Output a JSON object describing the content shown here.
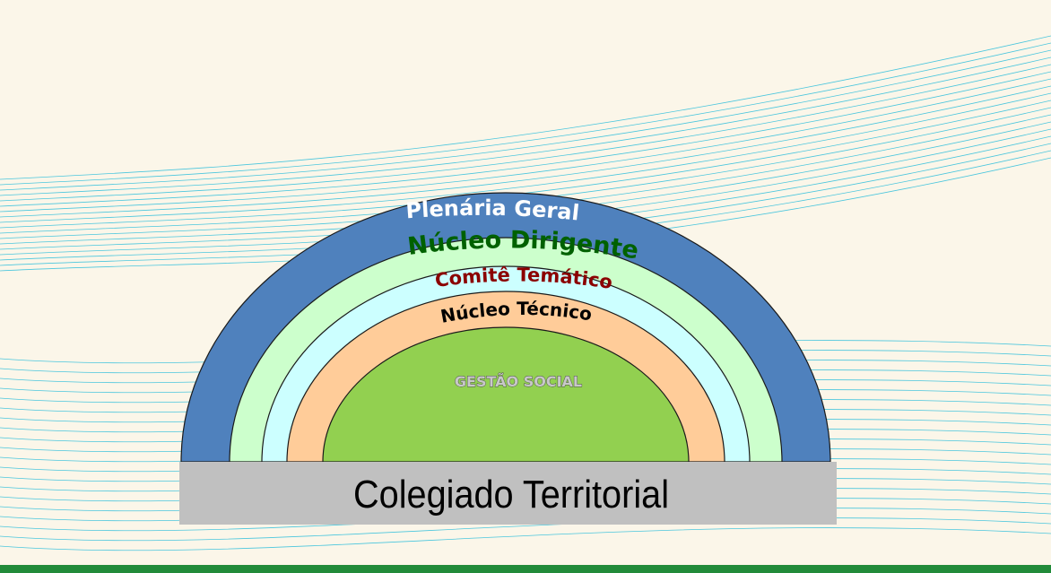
{
  "diagram": {
    "layers": [
      {
        "id": "plenaria-geral",
        "label": "Plenária Geral",
        "fill": "#4f81bd",
        "text_color": "#ffffff"
      },
      {
        "id": "nucleo-dirigente",
        "label": "Núcleo Dirigente",
        "fill": "#ccffcc",
        "text_color": "#006100"
      },
      {
        "id": "comite-tematico",
        "label": "Comitê Temático",
        "fill": "#ccffff",
        "text_color": "#8b0000"
      },
      {
        "id": "nucleo-tecnico",
        "label": "Núcleo Técnico",
        "fill": "#ffcc99",
        "text_color": "#000000"
      },
      {
        "id": "gestao-social",
        "label": "GESTÃO SOCIAL",
        "fill": "#92d050",
        "text_color": "#c8c8c8"
      }
    ],
    "base": {
      "label": "Colegiado Territorial",
      "fill": "#c0c0c0",
      "text_color": "#000000"
    },
    "colors": {
      "background": "#fbf6e9",
      "wave_lines": "#4bc6dd",
      "bottom_bar": "#228b3a"
    }
  }
}
